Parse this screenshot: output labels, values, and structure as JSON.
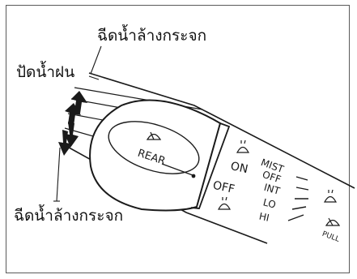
{
  "labels": {
    "washer_top": "ฉีดน้ำล้างกระจก",
    "wiper": "ปัดน้ำฝน",
    "washer_bottom": "ฉีดน้ำล้างกระจก"
  },
  "switch": {
    "rear": "REAR",
    "on": "ON",
    "off": "OFF",
    "mist": "MIST",
    "off2": "OFF",
    "int": "INT",
    "lo": "LO",
    "hi": "HI",
    "pull": "PULL"
  },
  "icons": {
    "rear_wiper": "rear-wiper-icon",
    "washer_on": "washer-icon",
    "washer_off": "washer-icon",
    "front_washer": "washer-icon",
    "front_wiper": "wiper-icon",
    "arrow_up": "double-arrow-up-icon",
    "arrow_down": "double-arrow-down-icon"
  }
}
